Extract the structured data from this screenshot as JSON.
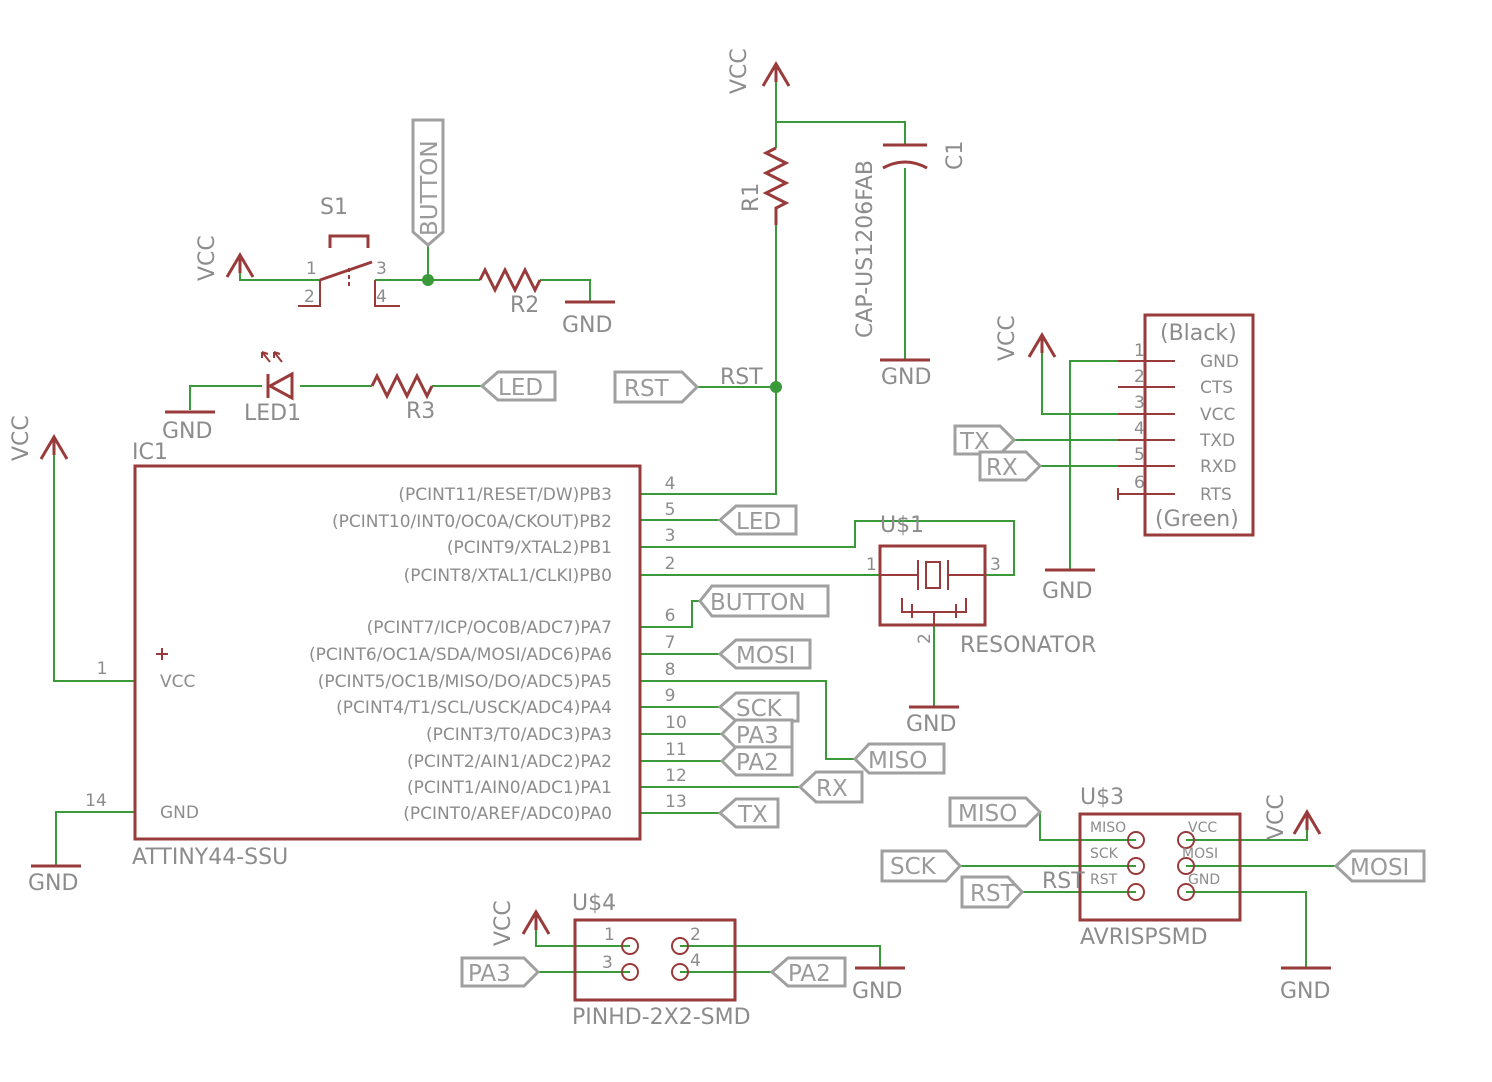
{
  "power": {
    "vcc": "VCC",
    "gnd": "GND"
  },
  "ic1": {
    "ref": "IC1",
    "value": "ATTINY44-SSU",
    "pins": [
      {
        "num": "4",
        "name": "(PCINT11/RESET/DW)PB3"
      },
      {
        "num": "5",
        "name": "(PCINT10/INT0/OC0A/CKOUT)PB2"
      },
      {
        "num": "3",
        "name": "(PCINT9/XTAL2)PB1"
      },
      {
        "num": "2",
        "name": "(PCINT8/XTAL1/CLKI)PB0"
      },
      {
        "num": "6",
        "name": "(PCINT7/ICP/OC0B/ADC7)PA7"
      },
      {
        "num": "7",
        "name": "(PCINT6/OC1A/SDA/MOSI/ADC6)PA6"
      },
      {
        "num": "8",
        "name": "(PCINT5/OC1B/MISO/DO/ADC5)PA5"
      },
      {
        "num": "9",
        "name": "(PCINT4/T1/SCL/USCK/ADC4)PA4"
      },
      {
        "num": "10",
        "name": "(PCINT3/T0/ADC3)PA3"
      },
      {
        "num": "11",
        "name": "(PCINT2/AIN1/ADC2)PA2"
      },
      {
        "num": "12",
        "name": "(PCINT1/AIN0/ADC1)PA1"
      },
      {
        "num": "13",
        "name": "(PCINT0/AREF/ADC0)PA0"
      }
    ],
    "vcc_pin": {
      "num": "1",
      "name": "VCC"
    },
    "gnd_pin": {
      "num": "14",
      "name": "GND"
    }
  },
  "s1": {
    "ref": "S1",
    "pins": [
      "1",
      "2",
      "3",
      "4"
    ]
  },
  "r1": {
    "ref": "R1"
  },
  "r2": {
    "ref": "R2"
  },
  "r3": {
    "ref": "R3"
  },
  "c1": {
    "ref": "C1",
    "value": "CAP-US1206FAB"
  },
  "led1": {
    "ref": "LED1"
  },
  "resonator": {
    "ref": "U$1",
    "value": "RESONATOR",
    "pins": [
      "1",
      "2",
      "3"
    ]
  },
  "ftdi": {
    "top": "(Black)",
    "bottom": "(Green)",
    "pins": [
      {
        "num": "1",
        "name": "GND"
      },
      {
        "num": "2",
        "name": "CTS"
      },
      {
        "num": "3",
        "name": "VCC"
      },
      {
        "num": "4",
        "name": "TXD"
      },
      {
        "num": "5",
        "name": "RXD"
      },
      {
        "num": "6",
        "name": "RTS"
      }
    ]
  },
  "avrisp": {
    "ref": "U$3",
    "value": "AVRISPSMD",
    "pins": {
      "miso": "MISO",
      "vcc": "VCC",
      "sck": "SCK",
      "mosi": "MOSI",
      "rst": "RST",
      "gnd": "GND"
    }
  },
  "pinhd": {
    "ref": "U$4",
    "value": "PINHD-2X2-SMD",
    "pins": [
      "1",
      "2",
      "3",
      "4"
    ]
  },
  "net_labels": {
    "button": "BUTTON",
    "led": "LED",
    "rst": "RST",
    "tx": "TX",
    "rx": "RX",
    "mosi": "MOSI",
    "miso": "MISO",
    "sck": "SCK",
    "pa3": "PA3",
    "pa2": "PA2"
  },
  "net_names": {
    "rst": "RST"
  }
}
